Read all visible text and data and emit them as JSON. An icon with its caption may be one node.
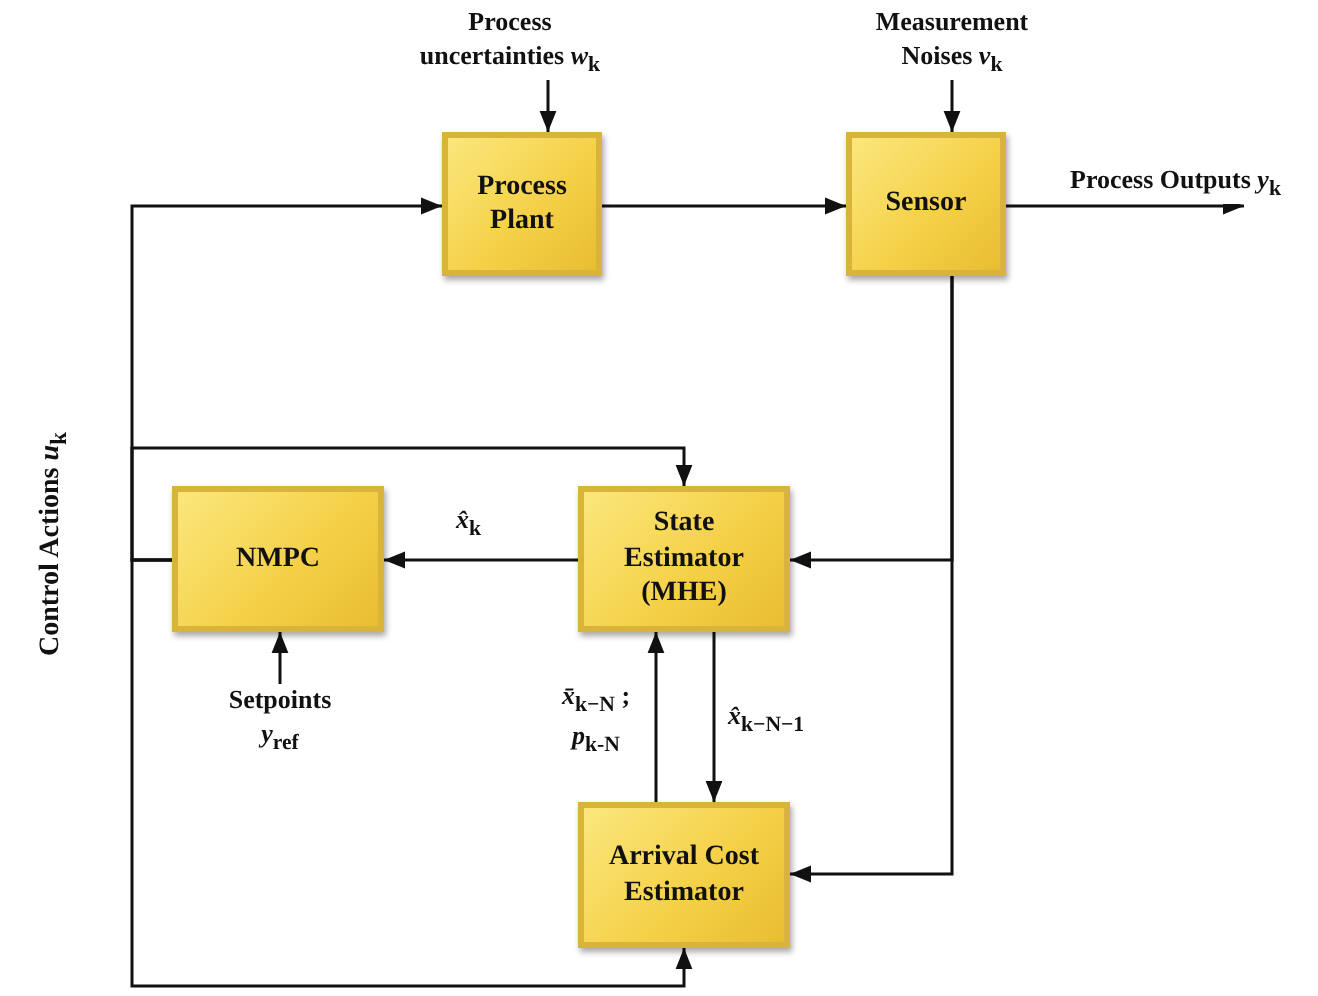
{
  "diagram": {
    "nodes": [
      {
        "text": [
          "Process Plant"
        ]
      },
      {
        "text": [
          "Sensor"
        ]
      },
      {
        "text": [
          "NMPC"
        ]
      },
      {
        "text": [
          "State Estimator (MHE)"
        ]
      },
      {
        "text": [
          "Arrival Cost Estimator"
        ]
      },
      {
        "text": [
          "Process uncertainties *w*$_{k}$"
        ]
      },
      {
        "text": [
          "Measurement Noises *v*$_{k}$"
        ]
      },
      {
        "text": [
          "Setpoints *y*$_{ref}$"
        ]
      }
    ],
    "edges": [
      {
        "from": 5,
        "to": 0,
        "arrow": "to"
      },
      {
        "from": 6,
        "to": 1,
        "arrow": "to"
      },
      {
        "from": 0,
        "to": 1,
        "arrow": "to"
      },
      {
        "from": 1,
        "to": null,
        "arrow": "to",
        "label": "Process Outputs *y*$_{k}$"
      },
      {
        "from": 1,
        "to": 3,
        "arrow": "to"
      },
      {
        "from": 1,
        "to": 4,
        "arrow": "to"
      },
      {
        "from": 3,
        "to": 2,
        "arrow": "to",
        "label": "*x̂*$_{k}$"
      },
      {
        "from": 4,
        "to": 3,
        "arrow": "to",
        "label": "*x̄*$_{k−N}$ ; *p*$_{k-N}$"
      },
      {
        "from": 3,
        "to": 4,
        "arrow": "to",
        "label": "*x̂*$_{k−N−1}$"
      },
      {
        "from": 7,
        "to": 2,
        "arrow": "to"
      },
      {
        "from": 2,
        "to": 0,
        "arrow": "to"
      },
      {
        "from": 2,
        "to": 3,
        "arrow": "to"
      },
      {
        "from": 2,
        "to": 4,
        "arrow": "to"
      }
    ],
    "labels": [
      "Control Actions *u*$_{k}$"
    ]
  }
}
